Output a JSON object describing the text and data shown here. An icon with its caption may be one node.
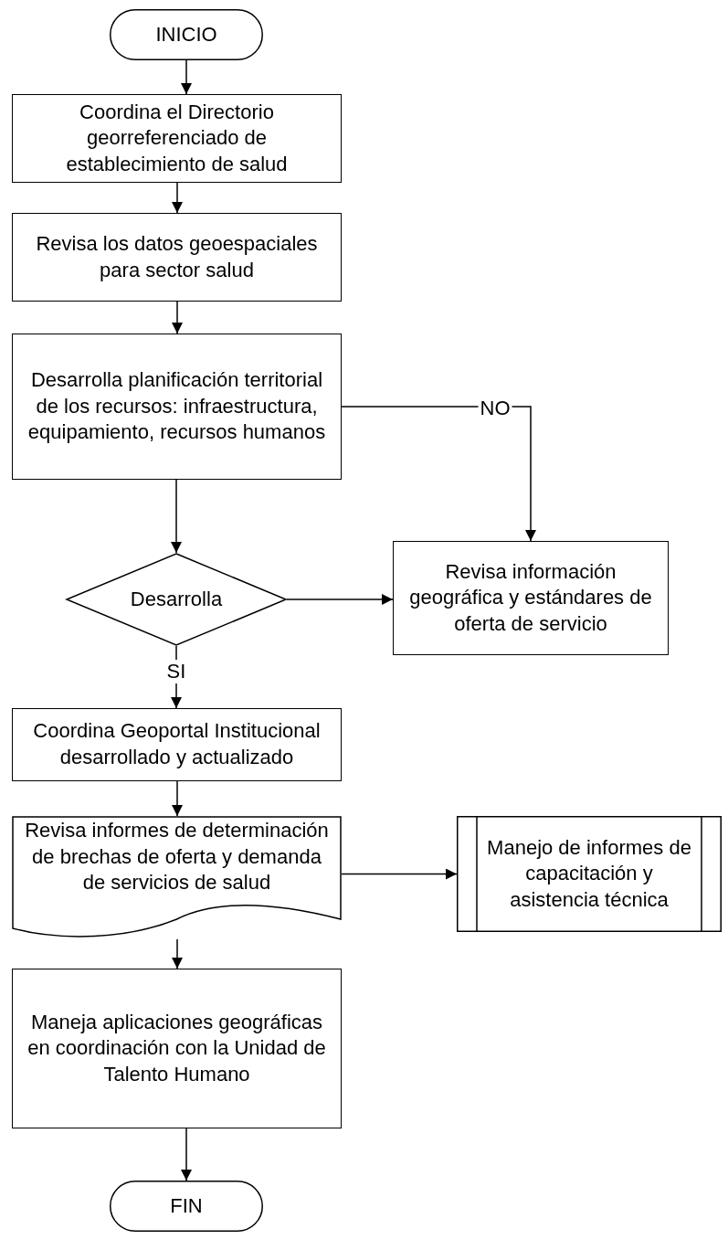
{
  "diagram": {
    "nodes": [
      {
        "text": [
          "INICIO"
        ]
      },
      {
        "text": [
          "Coordina el Directorio georreferenciado de establecimiento de salud"
        ]
      },
      {
        "text": [
          "Revisa los datos geoespaciales para sector salud"
        ]
      },
      {
        "text": [
          "Desarrolla planificación territorial de los recursos: infraestructura, equipamiento, recursos humanos"
        ]
      },
      {
        "text": [
          "Desarrolla"
        ]
      },
      {
        "text": [
          "Revisa información geográfica y estándares de oferta de servicio"
        ]
      },
      {
        "text": [
          "Coordina Geoportal Institucional desarrollado y actualizado"
        ]
      },
      {
        "text": [
          "Revisa informes de determinación de brechas de oferta y demanda de servicios de salud"
        ]
      },
      {
        "text": [
          "Manejo de informes de capacitación y asistencia técnica"
        ]
      },
      {
        "text": [
          "Maneja aplicaciones geográficas en coordinación con la Unidad de Talento Humano"
        ]
      },
      {
        "text": [
          "FIN"
        ]
      }
    ],
    "edges": [
      {
        "from": 0,
        "to": 1,
        "arrow": "to"
      },
      {
        "from": 1,
        "to": 2,
        "arrow": "to"
      },
      {
        "from": 2,
        "to": 3,
        "arrow": "to"
      },
      {
        "from": 3,
        "to": 4,
        "arrow": "to"
      },
      {
        "from": 3,
        "to": 5,
        "arrow": "to",
        "label": "NO"
      },
      {
        "from": 4,
        "to": 5,
        "arrow": "to"
      },
      {
        "from": 4,
        "to": 6,
        "arrow": "to",
        "label": "SI"
      },
      {
        "from": 6,
        "to": 7,
        "arrow": "to"
      },
      {
        "from": 7,
        "to": 8,
        "arrow": "to"
      },
      {
        "from": 7,
        "to": 9,
        "arrow": "to"
      },
      {
        "from": 9,
        "to": 10,
        "arrow": "to"
      }
    ]
  }
}
